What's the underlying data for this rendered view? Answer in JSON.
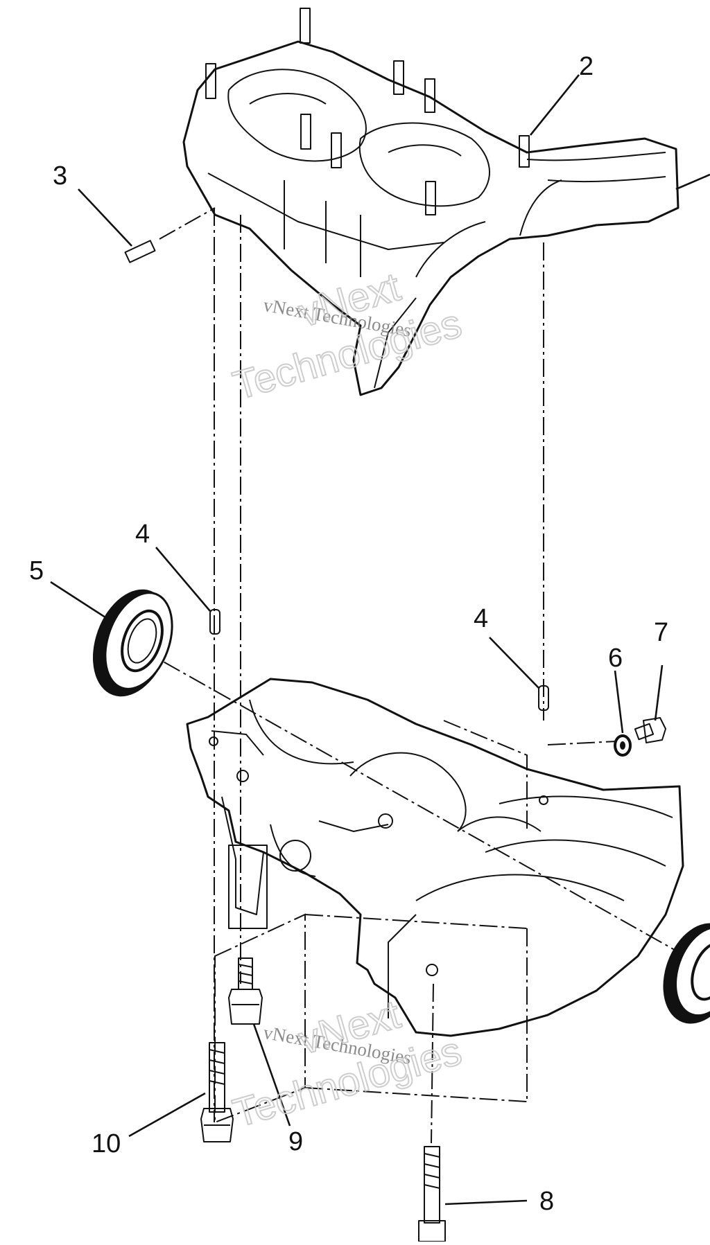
{
  "callouts": {
    "c2": "2",
    "c3": "3",
    "c4a": "4",
    "c4b": "4",
    "c5": "5",
    "c6": "6",
    "c7": "7",
    "c8": "8",
    "c9": "9",
    "c10": "10"
  },
  "watermark": {
    "line1": "vNext Technologies",
    "big1": "vNext",
    "big2": "Technologies",
    "line2": "vNext Technologies",
    "big3": "vNext",
    "big4": "Technologies"
  }
}
